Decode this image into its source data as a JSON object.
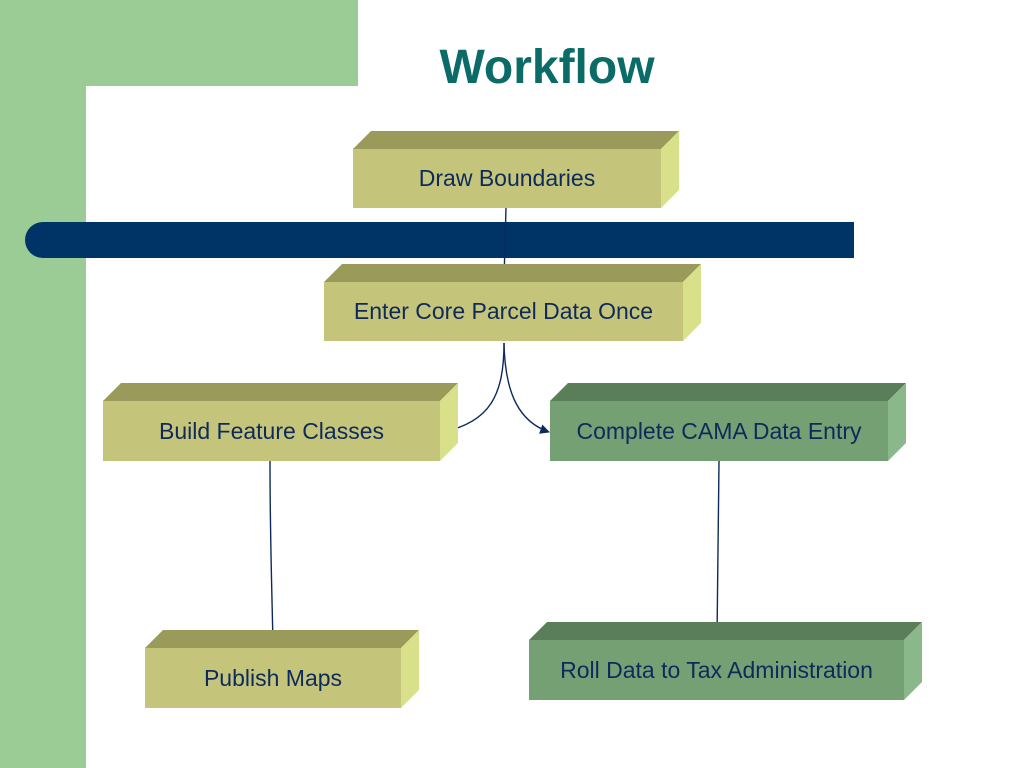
{
  "slide": {
    "title": "Workflow"
  },
  "colors": {
    "background_accent": "#9ccc96",
    "bar": "#003366",
    "title": "#0b6b66",
    "box_yellow_front": "#c4c47a",
    "box_yellow_top": "#9a9a5a",
    "box_yellow_side": "#d9e08a",
    "box_green_front": "#74a074",
    "box_green_top": "#5a7e5a",
    "box_green_side": "#8ab88a",
    "text": "#0e2a5c",
    "arrow": "#0e2a5c"
  },
  "workflow": {
    "steps": [
      {
        "id": "draw-boundaries",
        "label": "Draw Boundaries",
        "style": "yellow"
      },
      {
        "id": "enter-core-parcel-data",
        "label": "Enter Core Parcel Data Once",
        "style": "yellow"
      },
      {
        "id": "build-feature-classes",
        "label": "Build Feature Classes",
        "style": "yellow"
      },
      {
        "id": "complete-cama-data-entry",
        "label": "Complete CAMA Data Entry",
        "style": "green"
      },
      {
        "id": "publish-maps",
        "label": "Publish Maps",
        "style": "yellow"
      },
      {
        "id": "roll-data-to-tax-administration",
        "label": "Roll Data to Tax Administration",
        "style": "green"
      }
    ],
    "connections": [
      {
        "from": "draw-boundaries",
        "to": "enter-core-parcel-data"
      },
      {
        "from": "enter-core-parcel-data",
        "to": "build-feature-classes"
      },
      {
        "from": "enter-core-parcel-data",
        "to": "complete-cama-data-entry"
      },
      {
        "from": "build-feature-classes",
        "to": "publish-maps"
      },
      {
        "from": "complete-cama-data-entry",
        "to": "roll-data-to-tax-administration"
      }
    ]
  }
}
